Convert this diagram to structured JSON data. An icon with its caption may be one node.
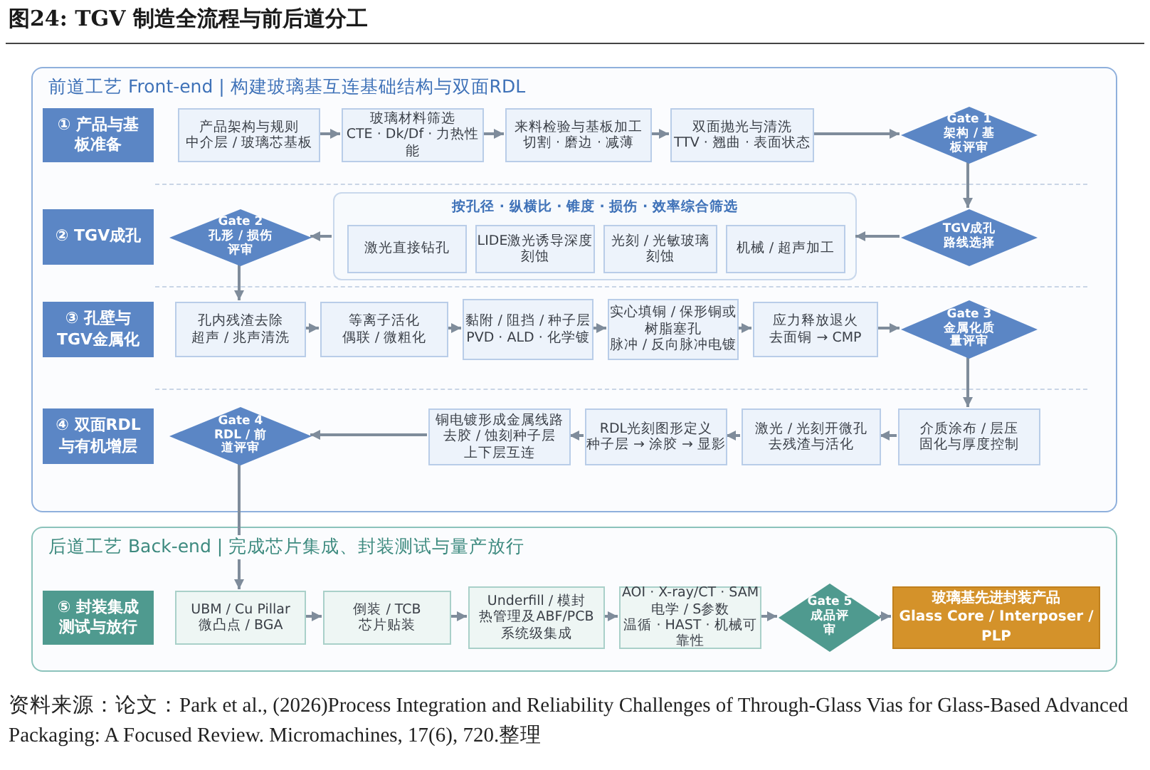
{
  "diagram": {
    "title": "图24: TGV 制造全流程与前后道分工",
    "caption": "资料来源：论文：Park et al., (2026)Process Integration and Reliability Challenges of Through-Glass Vias for Glass-Based Advanced Packaging: A Focused Review. Micromachines, 17(6), 720.整理",
    "nodes": [
      {
        "text": [
          "前道工艺 Front-end | 构建玻璃基互连基础结构与双面RDL"
        ]
      },
      {
        "text": [
          "① 产品与基板准备"
        ],
        "in": 0
      },
      {
        "text": [
          "产品架构与规则",
          "中介层 / 玻璃芯基板"
        ],
        "in": 0
      },
      {
        "text": [
          "玻璃材料筛选",
          "CTE · Dk/Df · 力热性能"
        ],
        "in": 0
      },
      {
        "text": [
          "来料检验与基板加工",
          "切割 · 磨边 · 减薄"
        ],
        "in": 0
      },
      {
        "text": [
          "双面抛光与清洗",
          "TTV · 翘曲 · 表面状态"
        ],
        "in": 0
      },
      {
        "text": [
          "Gate 1",
          "架构 / 基板评审"
        ],
        "in": 0
      },
      {
        "text": [
          "② TGV成孔"
        ],
        "in": 0
      },
      {
        "text": [
          "Gate 2",
          "孔形 / 损伤评审"
        ],
        "in": 0
      },
      {
        "text": [
          "TGV成孔路线选择"
        ],
        "in": 0
      },
      {
        "text": [
          "按孔径 · 纵横比 · 锥度 · 损伤 · 效率综合筛选"
        ],
        "in": 0
      },
      {
        "text": [
          "激光直接钻孔"
        ],
        "in": 10
      },
      {
        "text": [
          "LIDE激光诱导深度刻蚀"
        ],
        "in": 10
      },
      {
        "text": [
          "光刻 / 光敏玻璃刻蚀"
        ],
        "in": 10
      },
      {
        "text": [
          "机械 / 超声加工"
        ],
        "in": 10
      },
      {
        "text": [
          "③ 孔壁与TGV金属化"
        ],
        "in": 0
      },
      {
        "text": [
          "孔内残渣去除",
          "超声 / 兆声清洗"
        ],
        "in": 0
      },
      {
        "text": [
          "等离子活化",
          "偶联 / 微粗化"
        ],
        "in": 0
      },
      {
        "text": [
          "黏附 / 阻挡 / 种子层",
          "PVD · ALD · 化学镀"
        ],
        "in": 0
      },
      {
        "text": [
          "实心填铜 / 保形铜或树脂塞孔",
          "脉冲 / 反向脉冲电镀"
        ],
        "in": 0
      },
      {
        "text": [
          "应力释放退火",
          "去面铜 → CMP"
        ],
        "in": 0
      },
      {
        "text": [
          "Gate 3",
          "金属化质量评审"
        ],
        "in": 0
      },
      {
        "text": [
          "④ 双面RDL与有机增层"
        ],
        "in": 0
      },
      {
        "text": [
          "Gate 4",
          "RDL / 前道评审"
        ],
        "in": 0
      },
      {
        "text": [
          "铜电镀形成金属线路",
          "去胶 / 蚀刻种子层",
          "上下层互连"
        ],
        "in": 0
      },
      {
        "text": [
          "RDL光刻图形定义",
          "种子层 → 涂胶 → 显影"
        ],
        "in": 0
      },
      {
        "text": [
          "激光 / 光刻开微孔",
          "去残渣与活化"
        ],
        "in": 0
      },
      {
        "text": [
          "介质涂布 / 层压",
          "固化与厚度控制"
        ],
        "in": 0
      },
      {
        "text": [
          "后道工艺 Back-end | 完成芯片集成、封装测试与量产放行"
        ]
      },
      {
        "text": [
          "⑤ 封装集成测试与放行"
        ],
        "in": 28
      },
      {
        "text": [
          "UBM / Cu Pillar",
          "微凸点 / BGA"
        ],
        "in": 28
      },
      {
        "text": [
          "倒装 / TCB",
          "芯片贴装"
        ],
        "in": 28
      },
      {
        "text": [
          "Underfill / 模封",
          "热管理及ABF/PCB",
          "系统级集成"
        ],
        "in": 28
      },
      {
        "text": [
          "AOI · X-ray/CT · SAM",
          "电学 / S参数",
          "温循 · HAST · 机械可靠性"
        ],
        "in": 28
      },
      {
        "text": [
          "Gate 5",
          "成品评审"
        ],
        "in": 28
      },
      {
        "text": [
          "玻璃基先进封装产品",
          "Glass Core / Interposer / PLP"
        ],
        "in": 28
      }
    ],
    "edges": [
      {
        "from": 2,
        "to": 3,
        "arrow": "to"
      },
      {
        "from": 3,
        "to": 4,
        "arrow": "to"
      },
      {
        "from": 4,
        "to": 5,
        "arrow": "to"
      },
      {
        "from": 5,
        "to": 6,
        "arrow": "to"
      },
      {
        "from": 6,
        "to": 9,
        "arrow": "to"
      },
      {
        "from": 9,
        "to": 10,
        "arrow": "to"
      },
      {
        "from": 10,
        "to": 8,
        "arrow": "to"
      },
      {
        "from": 8,
        "to": 16,
        "arrow": "to"
      },
      {
        "from": 16,
        "to": 17,
        "arrow": "to"
      },
      {
        "from": 17,
        "to": 18,
        "arrow": "to"
      },
      {
        "from": 18,
        "to": 19,
        "arrow": "to"
      },
      {
        "from": 19,
        "to": 20,
        "arrow": "to"
      },
      {
        "from": 20,
        "to": 21,
        "arrow": "to"
      },
      {
        "from": 21,
        "to": 27,
        "arrow": "to"
      },
      {
        "from": 27,
        "to": 26,
        "arrow": "to"
      },
      {
        "from": 26,
        "to": 25,
        "arrow": "to"
      },
      {
        "from": 25,
        "to": 24,
        "arrow": "to"
      },
      {
        "from": 24,
        "to": 23,
        "arrow": "to"
      },
      {
        "from": 23,
        "to": 30,
        "arrow": "to"
      },
      {
        "from": 30,
        "to": 31,
        "arrow": "to"
      },
      {
        "from": 31,
        "to": 32,
        "arrow": "to"
      },
      {
        "from": 32,
        "to": 33,
        "arrow": "to"
      },
      {
        "from": 33,
        "to": 34,
        "arrow": "to"
      },
      {
        "from": 34,
        "to": 35,
        "arrow": "to"
      }
    ]
  }
}
